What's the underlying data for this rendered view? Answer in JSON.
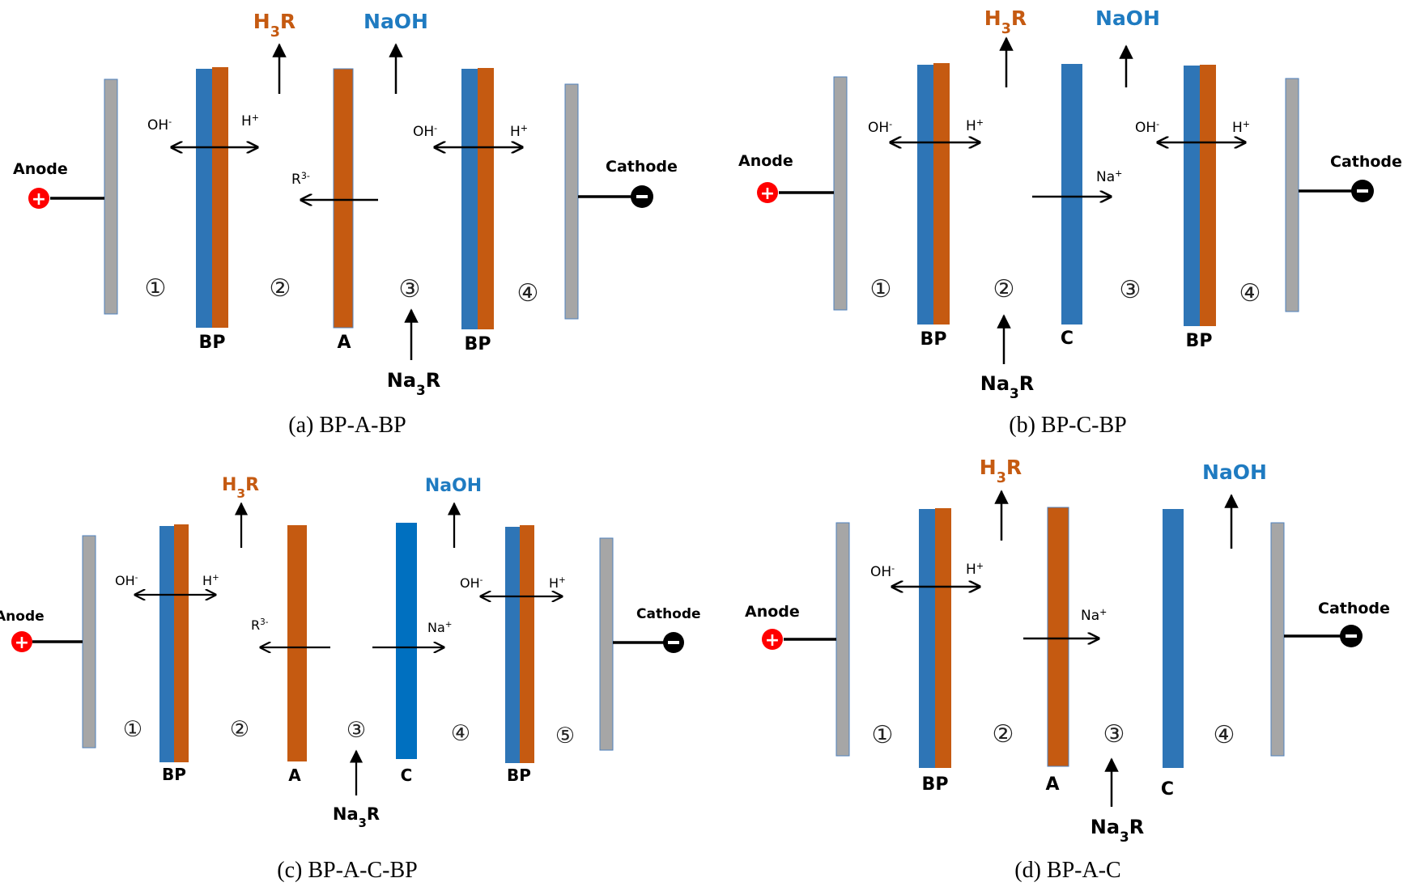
{
  "colors": {
    "electrode": "#a6a6a6",
    "electrode_border": "#4f81bd",
    "cation_membrane": "#2e75b6",
    "anion_membrane": "#c55a11",
    "acid_text": "#c55a11",
    "base_text": "#1f7bc1",
    "anode_sign": "#ff0000",
    "cathode_sign": "#000000"
  },
  "legend": {
    "anode": "Anode",
    "cathode": "Cathode",
    "plus": "+",
    "minus": "−"
  },
  "panels": [
    {
      "caption": "(a) BP-A-BP",
      "products": [
        "H3R",
        "NaOH"
      ],
      "feed": "Na3R",
      "membranes": [
        "BP",
        "A",
        "BP"
      ],
      "compartments": [
        "①",
        "②",
        "③",
        "④"
      ],
      "ion_labels": [
        "OH-",
        "H+",
        "R3-",
        "OH-",
        "H+"
      ]
    },
    {
      "caption": "(b) BP-C-BP",
      "products": [
        "H3R",
        "NaOH"
      ],
      "feed": "Na3R",
      "membranes": [
        "BP",
        "C",
        "BP"
      ],
      "compartments": [
        "①",
        "②",
        "③",
        "④"
      ],
      "ion_labels": [
        "OH-",
        "H+",
        "Na+",
        "OH-",
        "H+"
      ]
    },
    {
      "caption": "(c) BP-A-C-BP",
      "products": [
        "H3R",
        "NaOH"
      ],
      "feed": "Na3R",
      "membranes": [
        "BP",
        "A",
        "C",
        "BP"
      ],
      "compartments": [
        "①",
        "②",
        "③",
        "④",
        "⑤"
      ],
      "ion_labels": [
        "OH-",
        "H+",
        "R3-",
        "Na+",
        "OH-",
        "H+"
      ]
    },
    {
      "caption": "(d) BP-A-C",
      "products": [
        "H3R",
        "NaOH"
      ],
      "feed": "Na3R",
      "membranes": [
        "BP",
        "A",
        "C"
      ],
      "compartments": [
        "①",
        "②",
        "③",
        "④"
      ],
      "ion_labels": [
        "OH-",
        "H+",
        "Na+"
      ]
    }
  ]
}
